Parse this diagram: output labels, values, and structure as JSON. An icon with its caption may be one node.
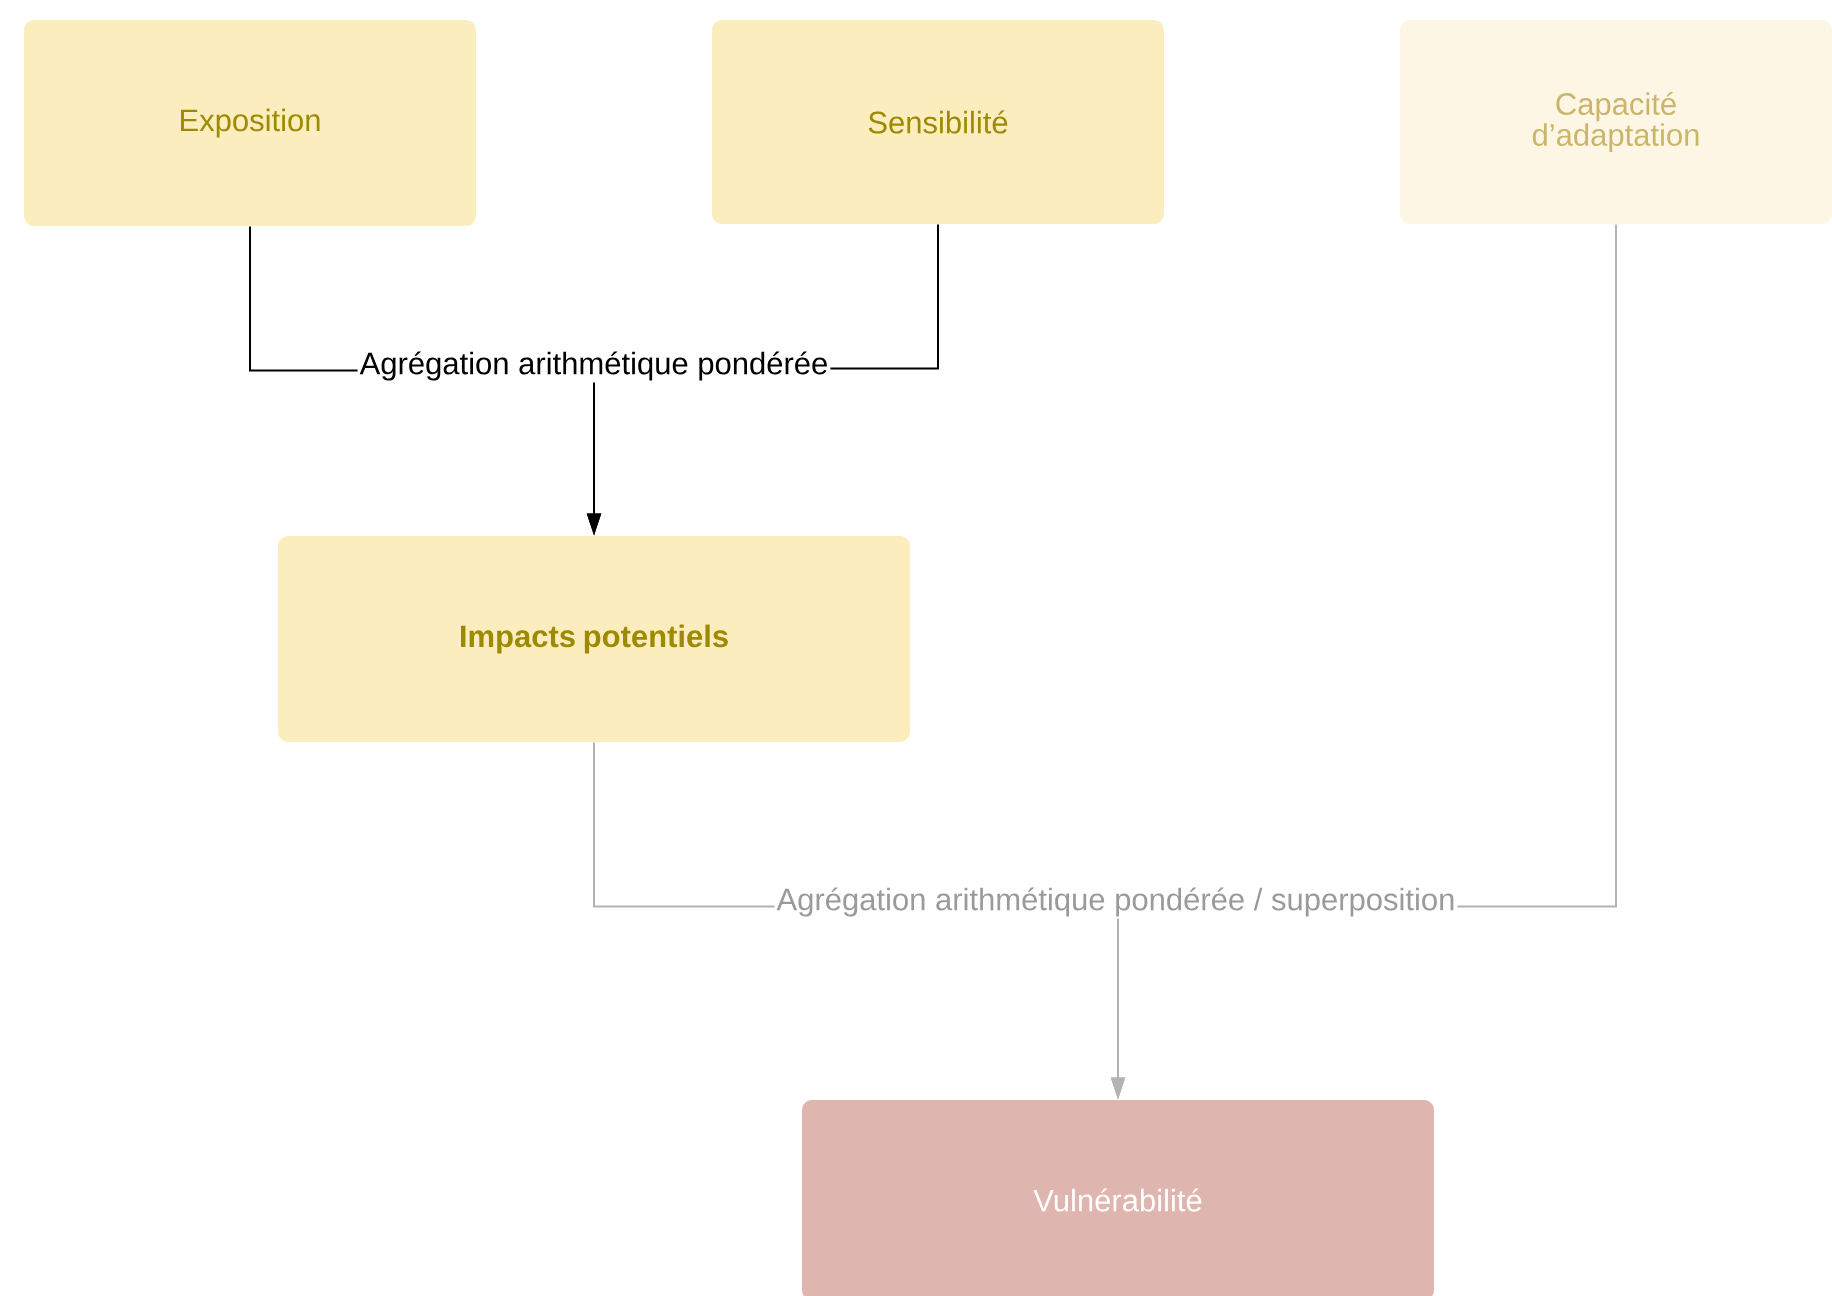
{
  "diagram": {
    "nodes": [
      {
        "text": [
          "Exposition"
        ]
      },
      {
        "text": [
          "Sensibilité"
        ]
      },
      {
        "text": [
          "Capacité d’adaptation"
        ]
      },
      {
        "text": [
          "Impacts potentiels"
        ]
      },
      {
        "text": [
          "Vulnérabilité"
        ]
      }
    ],
    "edges": [
      {
        "from": 0,
        "to": 3,
        "arrow": "to",
        "label": "Agrégation arithmétique pondérée"
      },
      {
        "from": 1,
        "to": 3,
        "arrow": "to"
      },
      {
        "from": 3,
        "to": 4,
        "arrow": "to",
        "label": "Agrégation arithmétique pondérée / superposition",
        "color": "#b3b3b3"
      },
      {
        "from": 2,
        "to": 4,
        "arrow": "to",
        "color": "#b3b3b3"
      }
    ]
  }
}
